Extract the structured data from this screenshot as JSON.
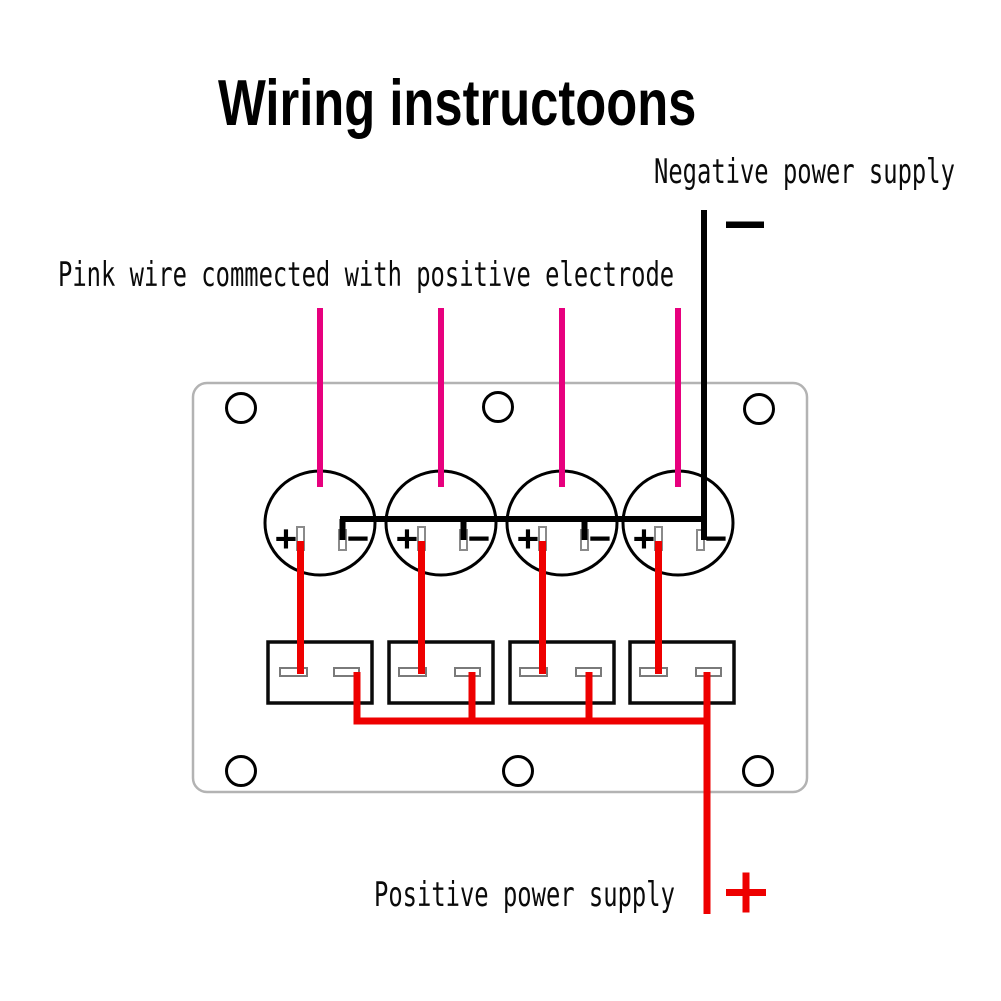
{
  "title": "Wiring instructoons",
  "annotations": {
    "negative_power": "Negative power supply",
    "pink_wire": "Pink wire commected with positive electrode",
    "positive_power": "Positive power supply"
  },
  "symbols": {
    "plus": "+",
    "minus": "−"
  },
  "colors": {
    "pink_wire": "#e7007e",
    "red_wire": "#ee0000",
    "black_wire": "#000000",
    "panel_outline": "#b3b3b3"
  },
  "panel": {
    "switch_count": 4,
    "connector_count": 4,
    "mounting_hole_count": 6
  }
}
